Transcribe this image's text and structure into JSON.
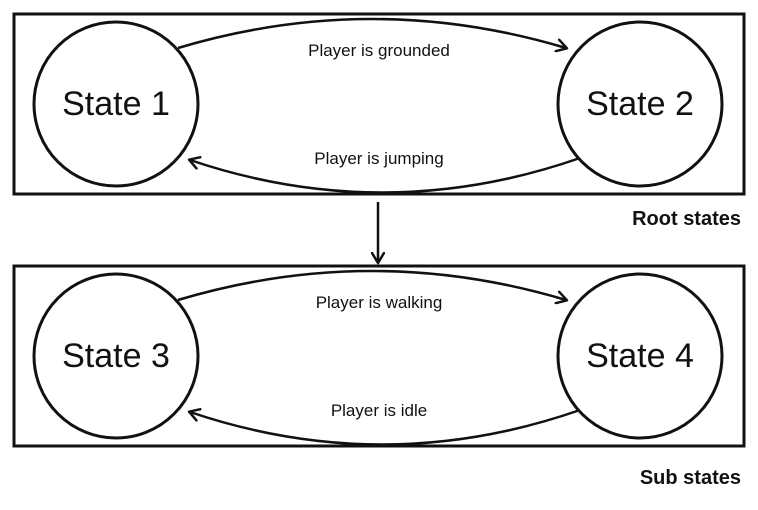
{
  "root": {
    "label": "Root states",
    "state_left": "State 1",
    "state_right": "State 2",
    "edge_top": "Player is grounded",
    "edge_bottom": "Player is jumping"
  },
  "sub": {
    "label": "Sub states",
    "state_left": "State 3",
    "state_right": "State 4",
    "edge_top": "Player is walking",
    "edge_bottom": "Player is idle"
  },
  "colors": {
    "ink": "#111111",
    "background": "#ffffff"
  }
}
